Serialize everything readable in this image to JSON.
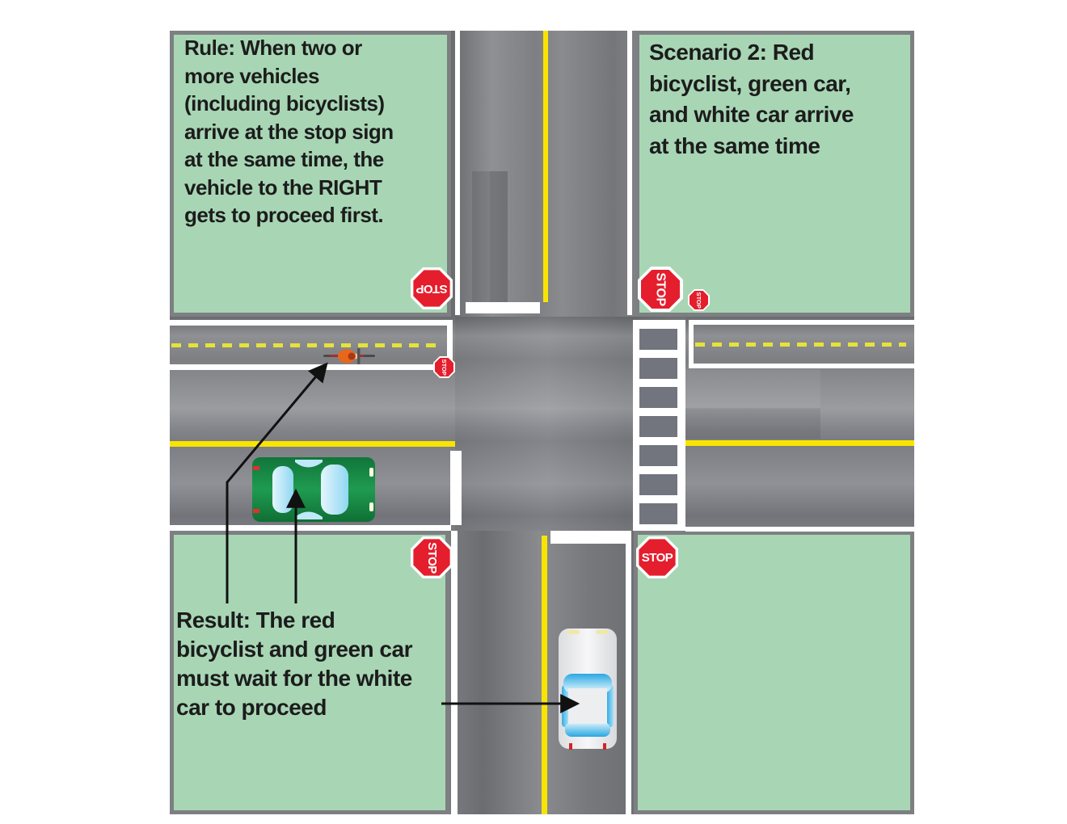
{
  "panels": {
    "rule": {
      "text": "Rule: When two or\nmore vehicles\n(including bicyclists)\narrive at the stop sign\nat the same time, the\nvehicle to the RIGHT\ngets to proceed first."
    },
    "scenario": {
      "text": "Scenario 2: Red\nbicyclist, green car,\nand white car arrive\nat the same time"
    },
    "result": {
      "text": "Result: The red\nbicyclist and green car\nmust wait for the white\ncar to proceed"
    }
  },
  "signs": {
    "label": "STOP"
  },
  "icons": {
    "bicyclist": "red-bicyclist",
    "green_car": "green-car",
    "white_car": "white-car"
  },
  "colors": {
    "grass": "#a8d6b5",
    "road_gray": "#7d7e82",
    "sidewalk_border": "#7d7f82",
    "yellow_line": "#f8e400",
    "dashed_yellow": "#e6e23a",
    "stop_sign_red": "#e41e2d",
    "green_car_body": "#17813f",
    "window_blue": "#8fd9f5",
    "arrow": "#111111",
    "text": "#1c1c1c"
  }
}
